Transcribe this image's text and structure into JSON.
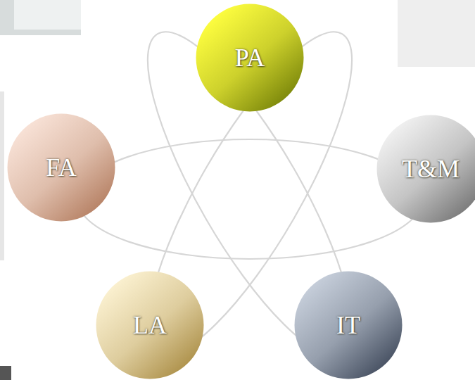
{
  "diagram": {
    "nodes": [
      {
        "text": [
          "PA"
        ]
      },
      {
        "text": [
          "FA"
        ]
      },
      {
        "text": [
          "T&M"
        ]
      },
      {
        "text": [
          "LA"
        ]
      },
      {
        "text": [
          "IT"
        ]
      }
    ]
  }
}
